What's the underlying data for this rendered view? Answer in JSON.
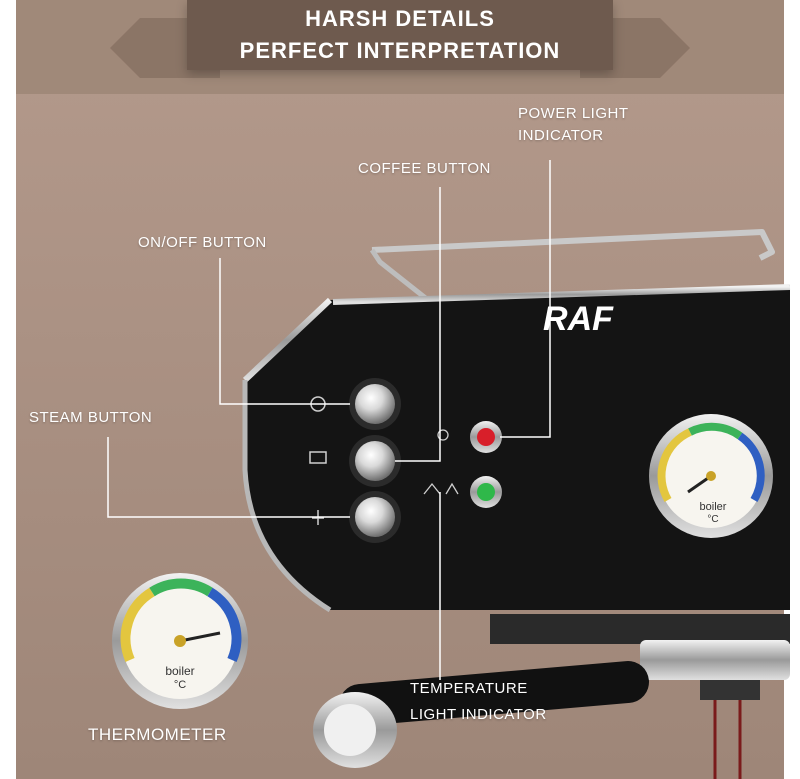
{
  "banner": {
    "line1": "HARSH DETAILS",
    "line2": "PERFECT INTERPRETATION"
  },
  "brand": "RAF",
  "callouts": {
    "power_light_1": "POWER LIGHT",
    "power_light_2": "INDICATOR",
    "coffee_button": "COFFEE BUTTON",
    "onoff_button": "ON/OFF BUTTON",
    "steam_button": "STEAM BUTTON",
    "temperature_1": "TEMPERATURE",
    "temperature_2": "LIGHT INDICATOR",
    "thermometer": "THERMOMETER"
  },
  "gauge_label": {
    "line1": "boiler",
    "line2": "°C"
  },
  "colors": {
    "background": "#a88f81",
    "banner_box": "#6e5a4e",
    "machine_body": "#141414",
    "power_light": "#d81f2a",
    "temperature_light": "#2fb84a"
  }
}
